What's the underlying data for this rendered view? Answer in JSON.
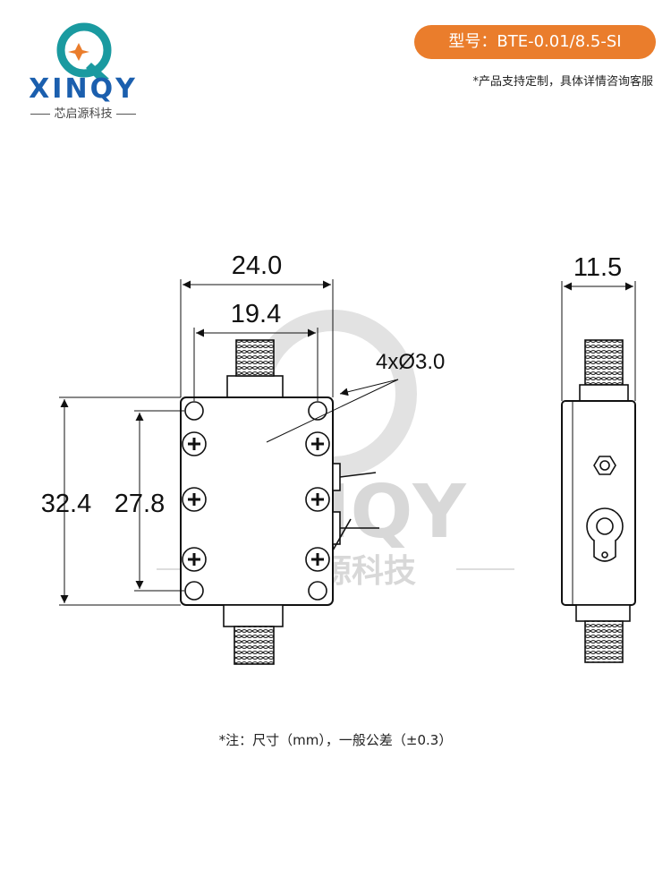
{
  "brand": {
    "name": "XINQY",
    "tagline": "芯启源科技",
    "colors": {
      "primary": "#1b5fae",
      "accent": "#ea7d2c",
      "teal": "#1a9aa0"
    }
  },
  "header": {
    "model_label": "型号：BTE-0.01/8.5-SI",
    "custom_note": "*产品支持定制，具体详情咨询客服"
  },
  "drawing": {
    "dimensions": {
      "body_width": "24.0",
      "hole_spacing_width": "19.4",
      "hole_callout": "4xØ3.0",
      "body_height": "32.4",
      "hole_spacing_height": "27.8",
      "side_depth": "11.5"
    },
    "watermark": {
      "name": "XINQY",
      "tagline": "芯启源科技"
    }
  },
  "footer": {
    "note": "*注：尺寸（mm），一般公差（±0.3）"
  }
}
